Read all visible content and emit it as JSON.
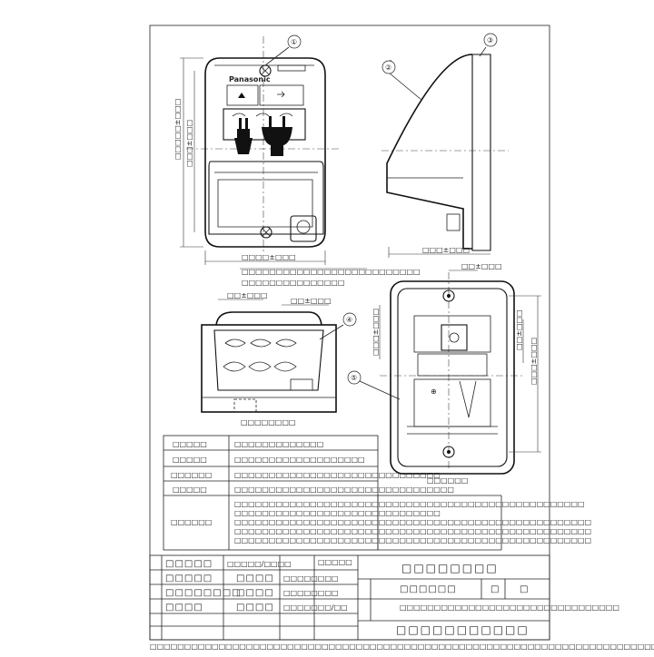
{
  "drawing": {
    "brand_label": "Panasonic",
    "callouts": [
      "①",
      "②",
      "③",
      "④",
      "⑤"
    ],
    "dimensions": {
      "front_width": "□□□□±□□□",
      "front_height_outer": "□□□□□±□□□",
      "front_height_inner": "□□□±□□□",
      "side_depth": "□□□±□□□",
      "back_top_spacing": "□□±□□□",
      "back_right_upper": "□□±□□□",
      "back_right_full": "□□□±□□□",
      "back_left": "□□□±□□□",
      "bottom_left": "□□±□□□",
      "bottom_right": "□□±□□□",
      "bottom_notes_line1": "□□□□□□□□□□□□□□□□□□□□□□□□□□",
      "bottom_notes_line2": "□□□□□□□□□□□□□□□"
    },
    "view_labels": {
      "bottom_view_label": "□□□□□□□□",
      "back_view_label": "□□□□□□"
    }
  },
  "spec_table": {
    "rows": [
      {
        "label": "□□□□□",
        "value": "□□□□□□□□□□□□□"
      },
      {
        "label": "□□□□□",
        "value": "□□□□□□□□□□□□□□□□□□□"
      },
      {
        "label": "□□□□□□",
        "value": "□□□□□□□□□□□□□□□□□□□□□□□□□□□□□□"
      },
      {
        "label": "□□□□□",
        "value": "□□□□□□□□□□□□□□□□□□□□□□□□□□□□□□□□"
      },
      {
        "label": "□□□□□□",
        "value_lines": [
          "□□□□□□□□□□□□□□□□□□□□□□□□□□□□□□□□□□□□□□□□□□□□□□□□□□□",
          "□□□□□□□□□□□□□□□□□□□□□□□□□□□□□□",
          "□□□□□□□□□□□□□□□□□□□□□□□□□□□□□□□□□□□□□□□□□□□□□□□□□□□□",
          "□□□□□□□□□□□□□□□□□□□□□□□□□□□□□□□□□□□□□□□□□□□□□□□□□□□□",
          "□□□□□□□□□□□□□□□□□□□□□□□□□□□□□□□□□□□□□□□□□□□□□□□□□□□□"
        ]
      }
    ]
  },
  "title_block": {
    "left_rows": [
      {
        "label": "□□□□□",
        "code": "□□□□□/□□□□",
        "date": ""
      },
      {
        "label": "□□□□□",
        "code": "□□□□",
        "date": "□□□□□□□□"
      },
      {
        "label": "□□□□□□□□",
        "code": "□□□□",
        "date": "□□□□□□□□"
      },
      {
        "label": "□□□□",
        "code": "□□□□",
        "date": "□□□□□□□/□□"
      }
    ],
    "revision_mark": "□□□□□",
    "drawing_title": "□□□□□□□□",
    "model_number": "□□□□□□",
    "sheet_code": "□",
    "sheet_count": "□",
    "description": "□□□□□□□□□□□□□□□□□□□□□□□□□□□□□□□□",
    "company": "□□□□□□□□□□□",
    "footer_note": "□□□□□□□□□□□□□□□□□□□□□□□□□□□□□□□□□□□□□□□□□□□□□□□□□□□□□□□□□□□□□□□□□□□□□□□□□□□□□"
  }
}
